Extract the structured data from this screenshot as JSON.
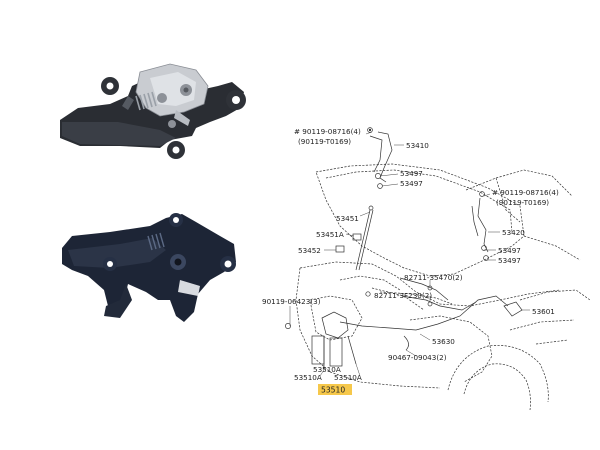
{
  "colors": {
    "latch_dark": "#2a2d33",
    "latch_blue": "#1d2536",
    "metal": "#c9ccd1",
    "highlight": "#f6c84b",
    "line": "#333333"
  },
  "diagram": {
    "labels": [
      {
        "id": "l1",
        "text": "# 90119-08716(4)"
      },
      {
        "id": "l2",
        "text": "(90119-T0169)"
      },
      {
        "id": "l3",
        "text": "53410"
      },
      {
        "id": "l4",
        "text": "53497"
      },
      {
        "id": "l5",
        "text": "53497"
      },
      {
        "id": "l6",
        "text": "# 90119-08716(4)"
      },
      {
        "id": "l7",
        "text": "(90119-T0169)"
      },
      {
        "id": "l8",
        "text": "53451"
      },
      {
        "id": "l9",
        "text": "53420"
      },
      {
        "id": "l10",
        "text": "53451A"
      },
      {
        "id": "l11",
        "text": "53452"
      },
      {
        "id": "l12",
        "text": "53497"
      },
      {
        "id": "l13",
        "text": "53497"
      },
      {
        "id": "l14",
        "text": "82711-35470(2)"
      },
      {
        "id": "l15",
        "text": "82711-3F230(2)"
      },
      {
        "id": "l16",
        "text": "90119-06423(3)"
      },
      {
        "id": "l17",
        "text": "53601"
      },
      {
        "id": "l18",
        "text": "53630"
      },
      {
        "id": "l19",
        "text": "90467-09043(2)"
      },
      {
        "id": "l20",
        "text": "53510A"
      },
      {
        "id": "l21",
        "text": "53510A"
      },
      {
        "id": "l22",
        "text": "53510A"
      },
      {
        "id": "l23",
        "text": "53510"
      }
    ]
  }
}
